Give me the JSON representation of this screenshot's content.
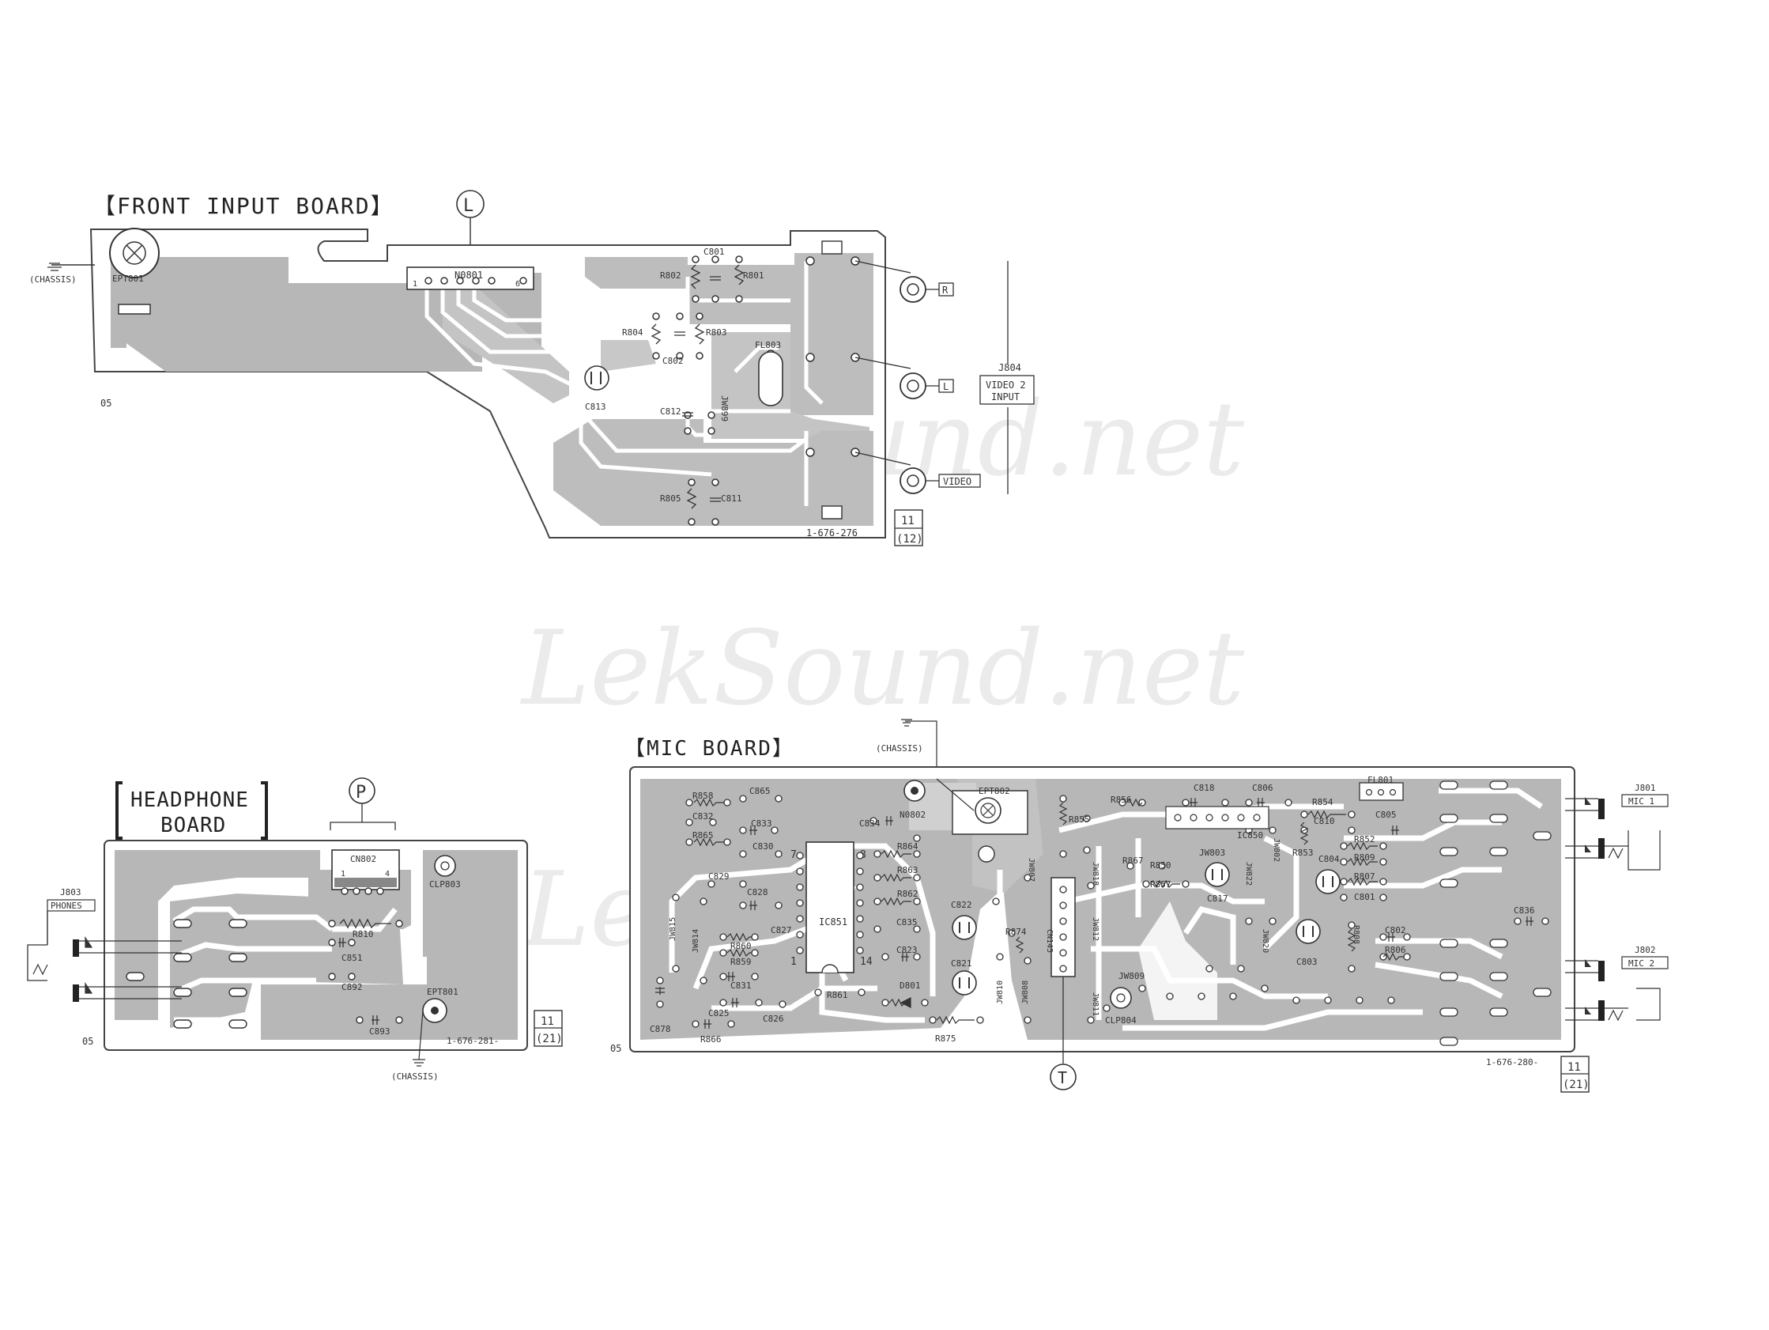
{
  "watermark": "LekSound.net",
  "front_input_board": {
    "title": "【FRONT INPUT BOARD】",
    "connector_marker": "L",
    "chassis_label": "(CHASSIS)",
    "ept_label": "EPT801",
    "connector_label": "N0801",
    "connector_pin_first": "1",
    "connector_pin_last": "6",
    "side_code": "05",
    "part_number": "1-676-276",
    "ref_top": "11",
    "ref_bottom": "(12)",
    "jack_label": "J804",
    "jack_desc_1": "VIDEO 2",
    "jack_desc_2": "INPUT",
    "terminals": [
      "R",
      "L",
      "VIDEO"
    ],
    "components": {
      "c801": "C801",
      "r802": "R802",
      "r801": "R801",
      "r804": "R804",
      "r803": "R803",
      "c802": "C802",
      "fl803": "FL803",
      "c813": "C813",
      "c812": "C812",
      "jw899": "JW899",
      "r805": "R805",
      "c811": "C811"
    }
  },
  "headphone_board": {
    "title_1": "HEADPHONE",
    "title_2": "BOARD",
    "connector_marker": "P",
    "connector_label": "CN802",
    "pin_first": "1",
    "pin_last": "4",
    "clp_label": "CLP803",
    "jack_label": "J803",
    "jack_desc": "PHONES",
    "ept_label": "EPT801",
    "chassis_label": "(CHASSIS)",
    "side_code": "05",
    "part_number": "1-676-281-",
    "ref_top": "11",
    "ref_bottom": "(21)",
    "components": {
      "r810": "R810",
      "c851": "C851",
      "c892": "C892",
      "c893": "C893"
    }
  },
  "mic_board": {
    "title": "【MIC BOARD】",
    "chassis_label": "(CHASSIS)",
    "ept_label": "EPT802",
    "nodo_label": "N0802",
    "fl_label": "FL801",
    "clp_label": "CLP804",
    "connector_marker": "T",
    "side_code": "05",
    "part_number": "1-676-280-",
    "ref_top": "11",
    "ref_bottom": "(21)",
    "jacks": [
      {
        "label": "J801",
        "desc": "MIC 1"
      },
      {
        "label": "J802",
        "desc": "MIC 2"
      }
    ],
    "components": {
      "r858": "R858",
      "c865": "C865",
      "c832": "C832",
      "c833": "C833",
      "r865": "R865",
      "c830": "C830",
      "c834": "C834",
      "c829": "C829",
      "c828": "C828",
      "r864": "R864",
      "r863": "R863",
      "r862": "R862",
      "ic851": "IC851",
      "c835": "C835",
      "c827": "C827",
      "r860": "R860",
      "r859": "R859",
      "c831": "C831",
      "c823": "C823",
      "d801": "D801",
      "r861": "R861",
      "c825": "C825",
      "c826": "C826",
      "c878": "C878",
      "r866": "R866",
      "r875": "R875",
      "jw815": "JW815",
      "jw814": "JW814",
      "c822": "C822",
      "c821": "C821",
      "r874": "R874",
      "jw810": "JW810",
      "jw808": "JW808",
      "jw807": "JW807",
      "jw818": "JW818",
      "jw812": "JW812",
      "jw811": "JW811",
      "jw809": "JW809",
      "r855": "R855",
      "r856": "R856",
      "c818": "C818",
      "c806": "C806",
      "r854": "R854",
      "c810": "C810",
      "ic850": "IC850",
      "r867": "R867",
      "r850": "R850",
      "r857": "R857",
      "jw803": "JW803",
      "c817": "C817",
      "jw822": "JW822",
      "jw802": "JW802",
      "r853": "R853",
      "c804": "C804",
      "r852": "R852",
      "r809": "R809",
      "r807": "R807",
      "c801": "C801",
      "c805": "C805",
      "c836": "C836",
      "c802": "C802",
      "r806": "R806",
      "r808": "R808",
      "c803": "C803",
      "jw820": "JW820",
      "cn145": "CN145",
      "pin7": "7",
      "pin8": "8",
      "pin1": "1",
      "pin14": "14"
    }
  }
}
